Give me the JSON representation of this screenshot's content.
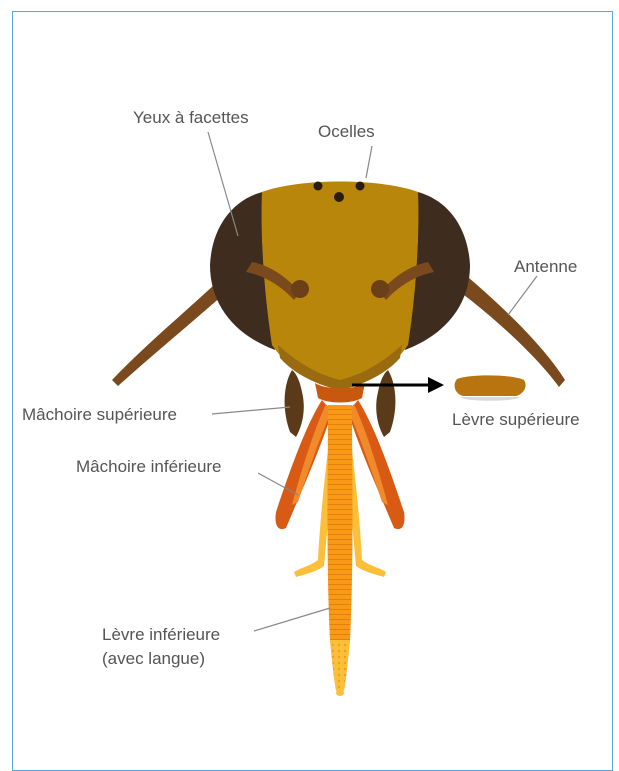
{
  "labels": {
    "compound_eyes": "Yeux à facettes",
    "ocelli": "Ocelles",
    "antenna": "Antenne",
    "upper_jaw": "Mâchoire supérieure",
    "upper_lip": "Lèvre supérieure",
    "lower_jaw": "Mâchoire inférieure",
    "lower_lip_line1": "Lèvre inférieure",
    "lower_lip_line2": "(avec langue)"
  },
  "colors": {
    "frame": "#5aa9d6",
    "head": "#b8860b",
    "eyes": "#3e2c1e",
    "antenna": "#7a4a1e",
    "mandible": "#5a3a18",
    "maxilla": "#e8621a",
    "tongue": "#f7a21c",
    "arrow": "#000000"
  }
}
